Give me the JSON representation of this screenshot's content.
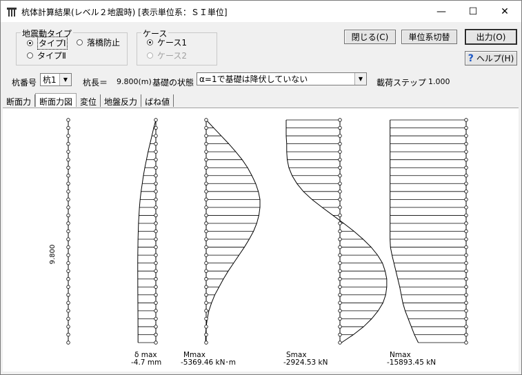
{
  "window": {
    "title": "杭体計算結果(レベル２地震時) [表示単位系：ＳＩ単位]",
    "minimize_glyph": "—",
    "maximize_glyph": "☐",
    "close_glyph": "✕"
  },
  "seismic_group": {
    "label": "地震動タイプ",
    "options": [
      {
        "label": "タイプⅠ",
        "selected": true
      },
      {
        "label": "落橋防止",
        "selected": false
      },
      {
        "label": "タイプⅡ",
        "selected": false
      }
    ]
  },
  "case_group": {
    "label": "ケース",
    "options": [
      {
        "label": "ケース1",
        "selected": true,
        "enabled": true
      },
      {
        "label": "ケース2",
        "selected": false,
        "enabled": false
      }
    ]
  },
  "buttons": {
    "close": "閉じる(C)",
    "units": "単位系切替",
    "output": "出力(O)",
    "help": "ヘルプ(H)",
    "help_icon": "?"
  },
  "info": {
    "pile_no_label": "杭番号",
    "pile_no_value": "杭1",
    "pile_len_label": "杭長＝",
    "pile_len_value": "9.800(m)",
    "base_state_label": "基礎の状態",
    "base_state_value": "α=1で基礎は降伏していない",
    "load_step_label": "載荷ステップ",
    "load_step_value": "1.000"
  },
  "tabs": [
    "断面力",
    "断面力図",
    "変位",
    "地盤反力",
    "ばね値"
  ],
  "active_tab": 1,
  "diagram": {
    "pile_length_label": "9.800",
    "panels": [
      {
        "name": "δ max",
        "value": "-4.7 mm"
      },
      {
        "name": "Mmax",
        "value": "-5369.46 kN･m"
      },
      {
        "name": "Smax",
        "value": "-2924.53 kN"
      },
      {
        "name": "Nmax",
        "value": "-15893.45 kN"
      }
    ],
    "node_count": 29,
    "displacement": [
      0.0,
      -0.09,
      -0.17,
      -0.25,
      -0.33,
      -0.4,
      -0.47,
      -0.53,
      -0.58,
      -0.63,
      -0.67,
      -0.7,
      -0.72,
      -0.74,
      -0.75,
      -0.76,
      -0.765,
      -0.77,
      -0.772,
      -0.772,
      -0.77,
      -0.77,
      -0.768,
      -0.766,
      -0.764,
      -0.762,
      -0.761,
      -0.76,
      -0.76
    ],
    "moment": [
      0.0,
      -0.14,
      -0.28,
      -0.42,
      -0.55,
      -0.67,
      -0.77,
      -0.85,
      -0.92,
      -0.97,
      -1.0,
      -1.0,
      -0.98,
      -0.94,
      -0.88,
      -0.8,
      -0.71,
      -0.61,
      -0.51,
      -0.41,
      -0.32,
      -0.24,
      -0.16,
      -0.1,
      -0.05,
      -0.02,
      0.0,
      0.01,
      0.01
    ],
    "shear": [
      -1.0,
      -1.0,
      -1.0,
      -0.99,
      -0.99,
      -0.98,
      -0.95,
      -0.89,
      -0.8,
      -0.68,
      -0.52,
      -0.33,
      -0.13,
      0.07,
      0.26,
      0.43,
      0.58,
      0.7,
      0.79,
      0.84,
      0.87,
      0.87,
      0.85,
      0.8,
      0.71,
      0.59,
      0.44,
      0.25,
      0.03
    ],
    "axial": [
      -0.985,
      -0.985,
      -0.985,
      -0.985,
      -0.985,
      -0.985,
      -0.985,
      -0.985,
      -0.985,
      -0.985,
      -0.985,
      -0.985,
      -0.985,
      -0.985,
      -0.985,
      -0.985,
      -0.98,
      -0.96,
      -0.935,
      -0.91,
      -0.885,
      -0.86,
      -0.84,
      -0.82,
      -0.79,
      -0.75,
      -0.71,
      -0.67,
      -0.62
    ]
  }
}
